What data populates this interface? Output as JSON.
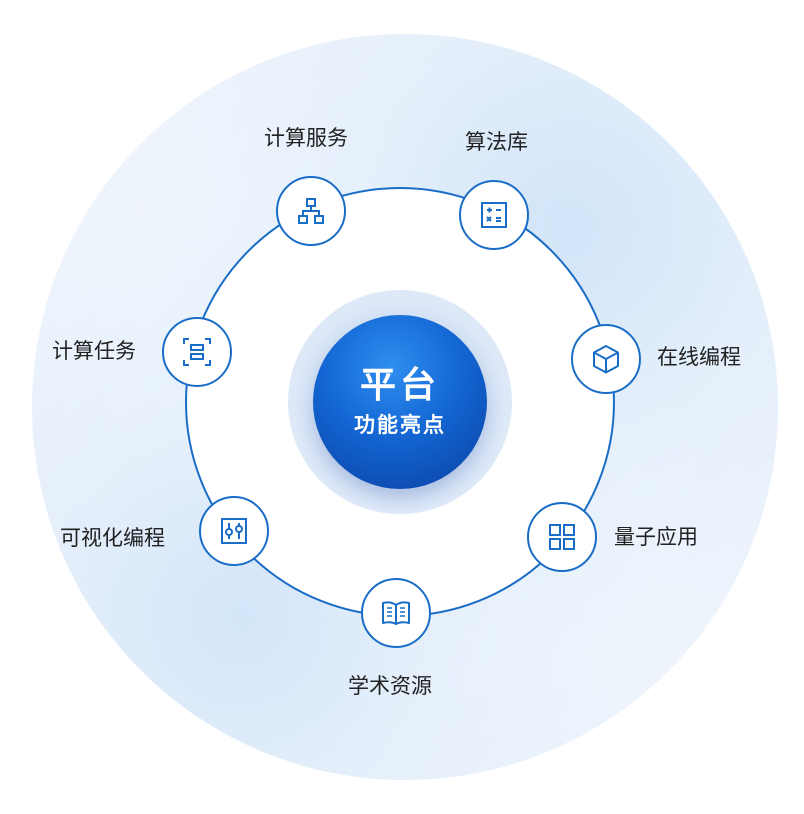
{
  "center": {
    "title": "平台",
    "subtitle": "功能亮点"
  },
  "features": [
    {
      "label": "计算服务",
      "icon": "hierarchy-icon"
    },
    {
      "label": "算法库",
      "icon": "calculator-icon"
    },
    {
      "label": "在线编程",
      "icon": "cube-icon"
    },
    {
      "label": "量子应用",
      "icon": "grid-icon"
    },
    {
      "label": "学术资源",
      "icon": "book-icon"
    },
    {
      "label": "可视化编程",
      "icon": "sliders-icon"
    },
    {
      "label": "计算任务",
      "icon": "task-list-icon"
    }
  ],
  "colors": {
    "accent": "#1a6dc7",
    "core_dark": "#0a3fa0",
    "core_light": "#2f8ef0"
  }
}
